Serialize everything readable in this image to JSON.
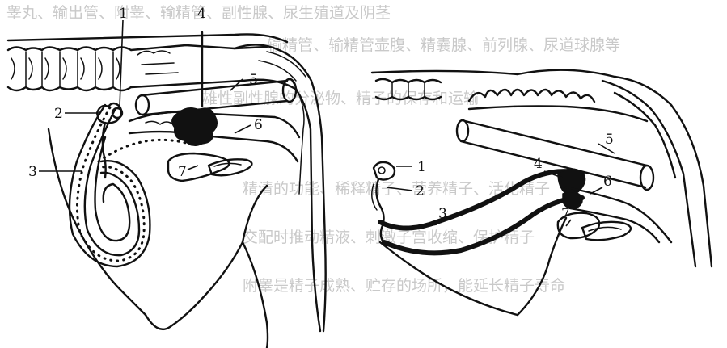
{
  "background_text": [
    "睾丸、输出管、附睾、输精管、副性腺、尿生殖道及阴茎",
    "输精管、输精管壶腹、精囊腺、前列腺、尿道球腺等",
    "雄性副性腺的分泌物、精子的保存和运输",
    "精清的功能、稀释精子、营养精子、活化精子",
    "交配时推动精液、刺激子宫收缩、保护精子",
    "附睾是精子成熟、贮存的场所，能延长精子寿命"
  ],
  "figures": [
    {
      "id": "left",
      "labels": [
        "1",
        "2",
        "3",
        "4",
        "5",
        "6",
        "7"
      ]
    },
    {
      "id": "right",
      "labels": [
        "1",
        "2",
        "3",
        "4",
        "5",
        "6",
        "7"
      ]
    }
  ]
}
